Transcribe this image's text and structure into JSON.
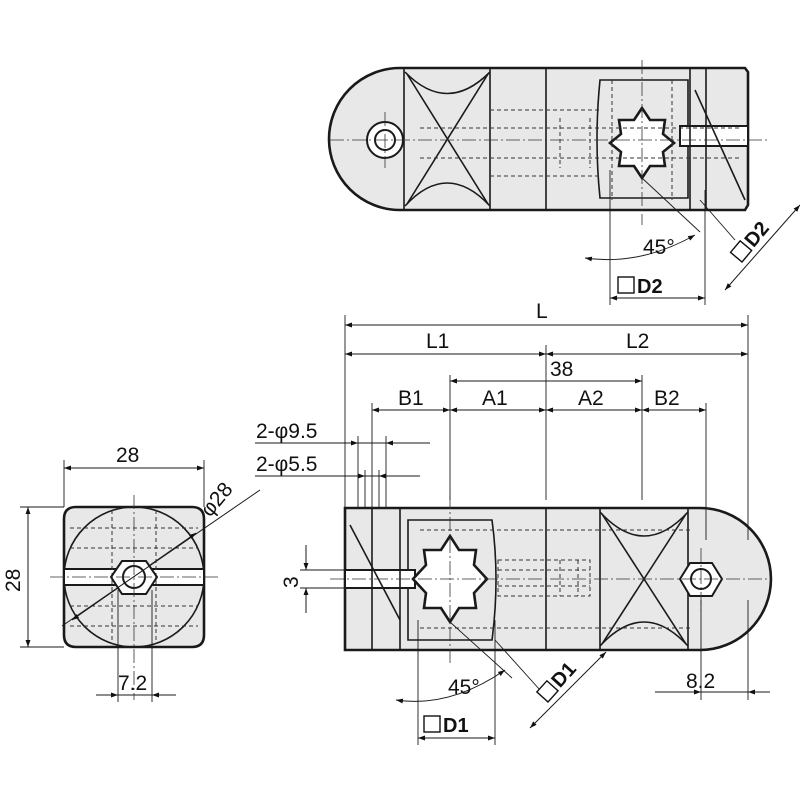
{
  "dimensions": {
    "overall_length": "L",
    "length_1": "L1",
    "length_2": "L2",
    "center_distance": "38",
    "b1": "B1",
    "a1": "A1",
    "a2": "A2",
    "b2": "B2",
    "bolt_hole_large": "2-φ9.5",
    "bolt_hole_small": "2-φ5.5",
    "slot_width": "3",
    "offset_left": "8.2",
    "angle_top": "45°",
    "angle_bottom": "45°",
    "square_d2_top": "D2",
    "square_d2_diag": "D2",
    "square_d1_bottom": "D1",
    "square_d1_diag": "D1",
    "side_width": "28",
    "side_height": "28",
    "side_diameter": "φ28",
    "side_offset": "7.2"
  }
}
